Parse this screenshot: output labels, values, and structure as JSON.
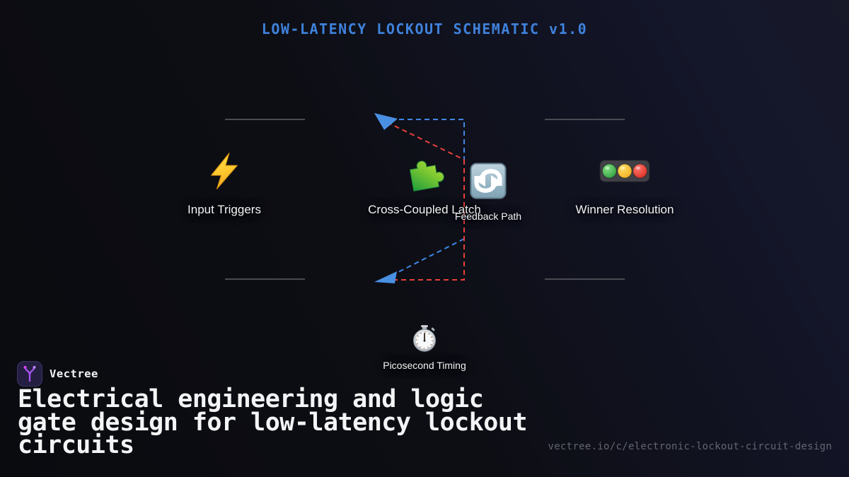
{
  "title": "LOW-LATENCY LOCKOUT SCHEMATIC v1.0",
  "diagram": {
    "nodes": [
      {
        "label": "Input Triggers",
        "icon": "lightning-bolt"
      },
      {
        "label": "Cross-Coupled Latch",
        "icon": "puzzle-piece"
      },
      {
        "label": "Winner Resolution",
        "icon": "horizontal-traffic-light"
      },
      {
        "label": "Feedback Path",
        "icon": "counterclockwise-arrows"
      },
      {
        "label": "Picosecond Timing",
        "icon": "stopwatch"
      }
    ],
    "edge_colors": {
      "forward_blue": "#3f87e5",
      "return_red": "#e8403a",
      "connector_gray": "#4a4b52"
    }
  },
  "branding": {
    "name": "Vectree",
    "headline_lines": [
      "Electrical engineering and logic",
      "gate design for low-latency lockout",
      "circuits"
    ],
    "url": "vectree.io/c/electronic-lockout-circuit-design"
  },
  "colors": {
    "title_blue": "#3f82dc",
    "background_left": "#0a0b0f",
    "background_right": "#171929"
  }
}
